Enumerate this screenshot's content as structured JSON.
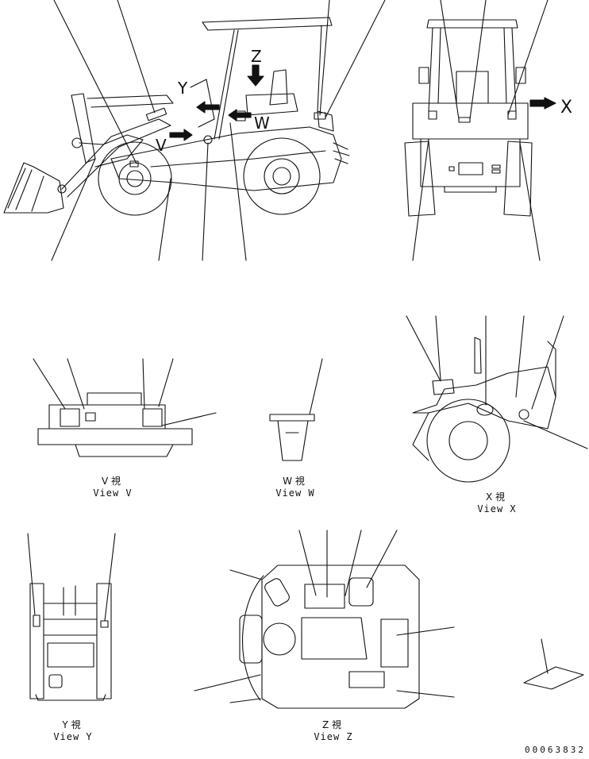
{
  "arrow_letters": {
    "y": "Y",
    "z": "Z",
    "v": "V",
    "w": "W",
    "x": "X"
  },
  "views": {
    "v": {
      "kanji": "V 視",
      "caption": "View V"
    },
    "w": {
      "kanji": "W 視",
      "caption": "View W"
    },
    "x": {
      "kanji": "X 視",
      "caption": "View X"
    },
    "y": {
      "kanji": "Y 視",
      "caption": "Y 視",
      "caption_en": "View Y"
    },
    "z": {
      "kanji": "Z 視",
      "caption": "View Z"
    }
  },
  "doc_number": "00063832"
}
